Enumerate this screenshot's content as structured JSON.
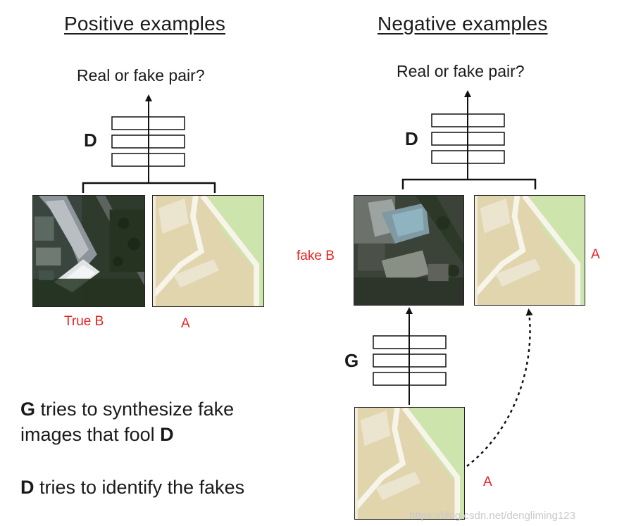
{
  "positive": {
    "heading": "Positive examples",
    "question": "Real or fake pair?",
    "discriminator_label": "D",
    "label_b": "True B",
    "label_a": "A",
    "image_b_icon": "satellite-photo-tile",
    "image_a_icon": "street-map-tile"
  },
  "negative": {
    "heading": "Negative examples",
    "question": "Real or fake pair?",
    "discriminator_label": "D",
    "generator_label": "G",
    "label_fake_b": "fake B",
    "label_a_pair": "A",
    "label_a_input": "A",
    "image_fake_icon": "satellite-photo-tile",
    "image_a_icon": "street-map-tile"
  },
  "description": {
    "line1_bold": "G",
    "line1_rest": " tries to synthesize fake",
    "line2_rest": "images that fool ",
    "line2_bold": "D",
    "line3_bold": "D",
    "line3_rest": " tries to identify the fakes"
  },
  "watermark": "https://blog.csdn.net/dengliming123",
  "colors": {
    "annotation_red": "#e8211f",
    "map_beige": "#dcd0a8",
    "map_green": "#c9e2a8",
    "map_road": "#f7f4ea"
  }
}
